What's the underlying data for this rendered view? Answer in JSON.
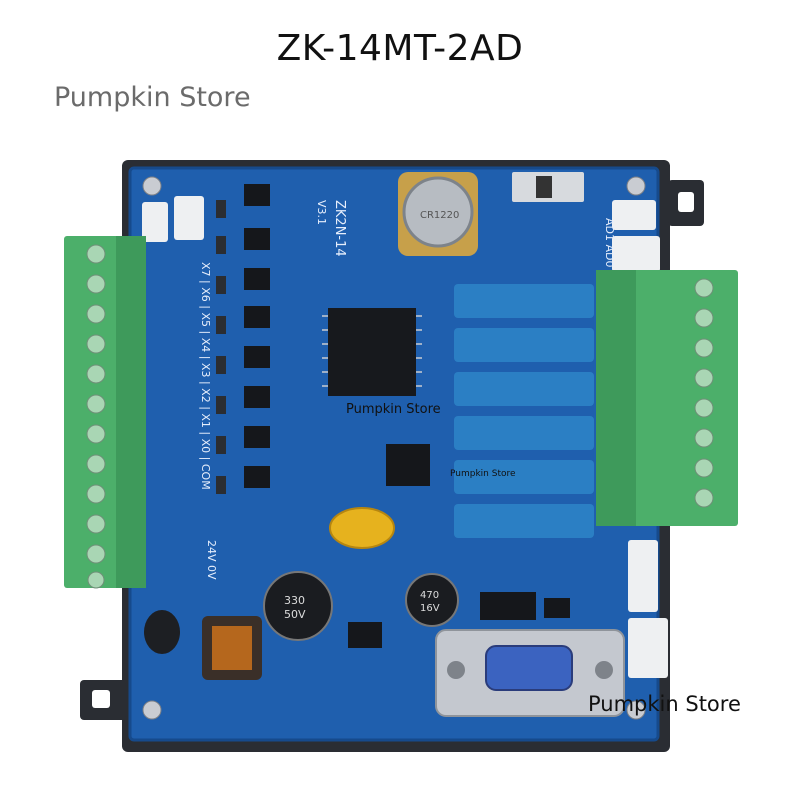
{
  "product": {
    "title": "ZK-14MT-2AD"
  },
  "watermarks": {
    "top": "Pumpkin Store",
    "middle": "Pumpkin Store",
    "small": "Pumpkin Store",
    "bottom": "Pumpkin Store"
  },
  "board": {
    "model_label": "ZK2N-14",
    "version_label": "V3.1",
    "input_labels": [
      "X7",
      "X6",
      "X5",
      "X4",
      "X3",
      "X2",
      "X1",
      "X0",
      "COM"
    ],
    "power_labels": [
      "24V",
      "0V"
    ],
    "adc_labels": [
      "AD1",
      "AD0"
    ],
    "capacitor_labels": [
      "330",
      "50V",
      "470",
      "16V"
    ],
    "relay_count": 6,
    "left_terminal_count": 12,
    "right_terminal_count": 8
  },
  "colors": {
    "pcb": "#1f5fae",
    "frame": "#2a2d33",
    "terminal": "#4caf6a",
    "relay": "#2b7fc4"
  }
}
